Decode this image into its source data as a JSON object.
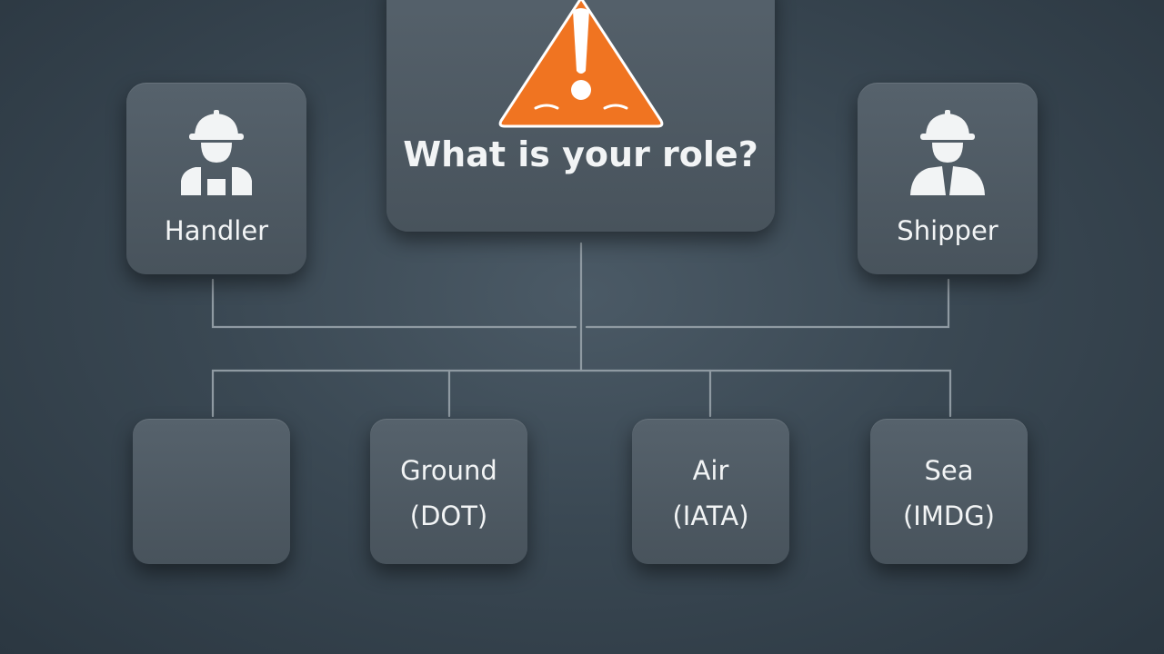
{
  "question": "What is your role?",
  "roles": [
    {
      "label": "Handler",
      "icon": "hardhat-worker-overalls-icon"
    },
    {
      "label": "Shipper",
      "icon": "hardhat-worker-tie-icon"
    }
  ],
  "modes": [
    {
      "line1": "",
      "line2": ""
    },
    {
      "line1": "Ground",
      "line2": "(DOT)"
    },
    {
      "line1": "Air",
      "line2": "(IATA)"
    },
    {
      "line1": "Sea",
      "line2": "(IMDG)"
    }
  ],
  "icons": {
    "question": "warning-triangle-icon"
  },
  "colors": {
    "warning": "#f07421",
    "card": "#4f5b64",
    "connector": "#8f9aa2",
    "text": "#f2f4f5"
  }
}
